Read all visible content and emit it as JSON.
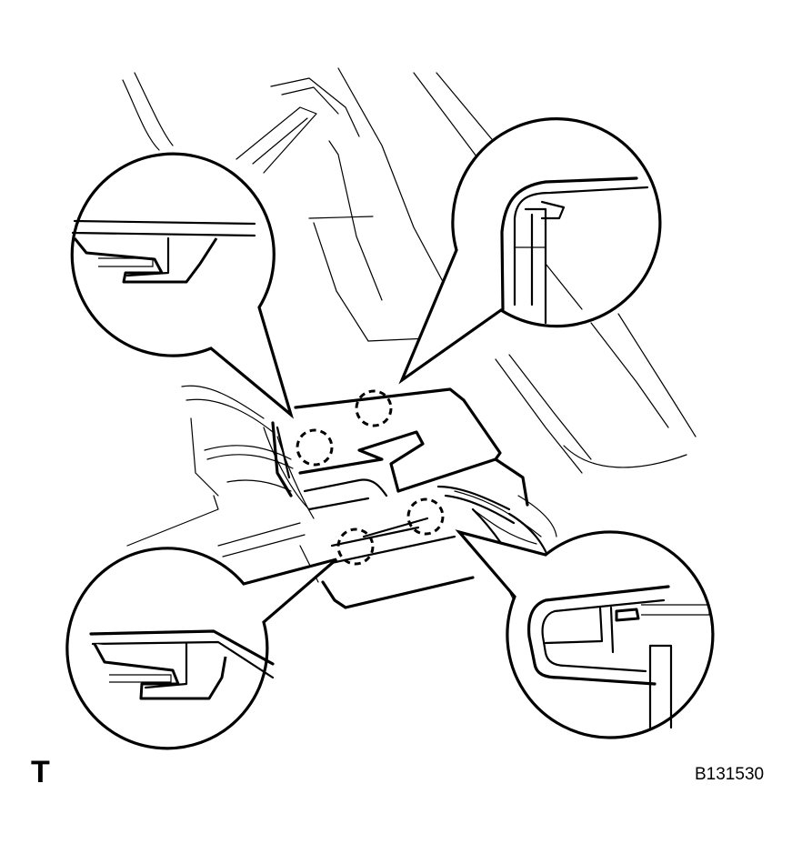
{
  "orientation_mark": "T",
  "illustration_code": "B131530",
  "icons": {
    "orientation": "top-view-mark",
    "clip_locations": "dashed-circle"
  }
}
